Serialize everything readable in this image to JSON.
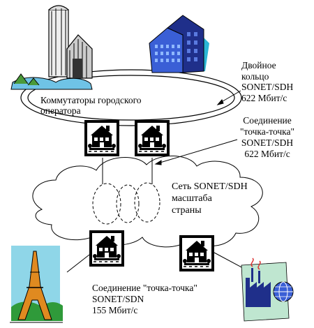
{
  "labels": {
    "commutators": "Коммутаторы городского\nоператора",
    "dual_ring": "Двойное\nкольцо\nSONET/SDH\n622 Мбит/с",
    "p2p_622": "Соединение\n\"точка-точка\"\nSONET/SDH\n622 Мбит/с",
    "national": "Сеть SONET/SDH\nмасштаба\nстраны",
    "p2p_155": "Соединение \"точка-точка\"\nSONET/SDN\n155 Мбит/с"
  },
  "icons": {
    "silo_farm": "silo-barn-clipart",
    "office": "blue-office-building-clipart",
    "house": "house-node-icon",
    "tower": "eiffel-tower-clipart",
    "factory": "factory-globe-clipart"
  },
  "colors": {
    "line": "#000000",
    "building_blue": "#3a5fd6",
    "building_dark": "#1f2f8a",
    "sky_cyan": "#2bb7d6",
    "tower_orange": "#e08a20",
    "grass_green": "#2f9a3a"
  }
}
